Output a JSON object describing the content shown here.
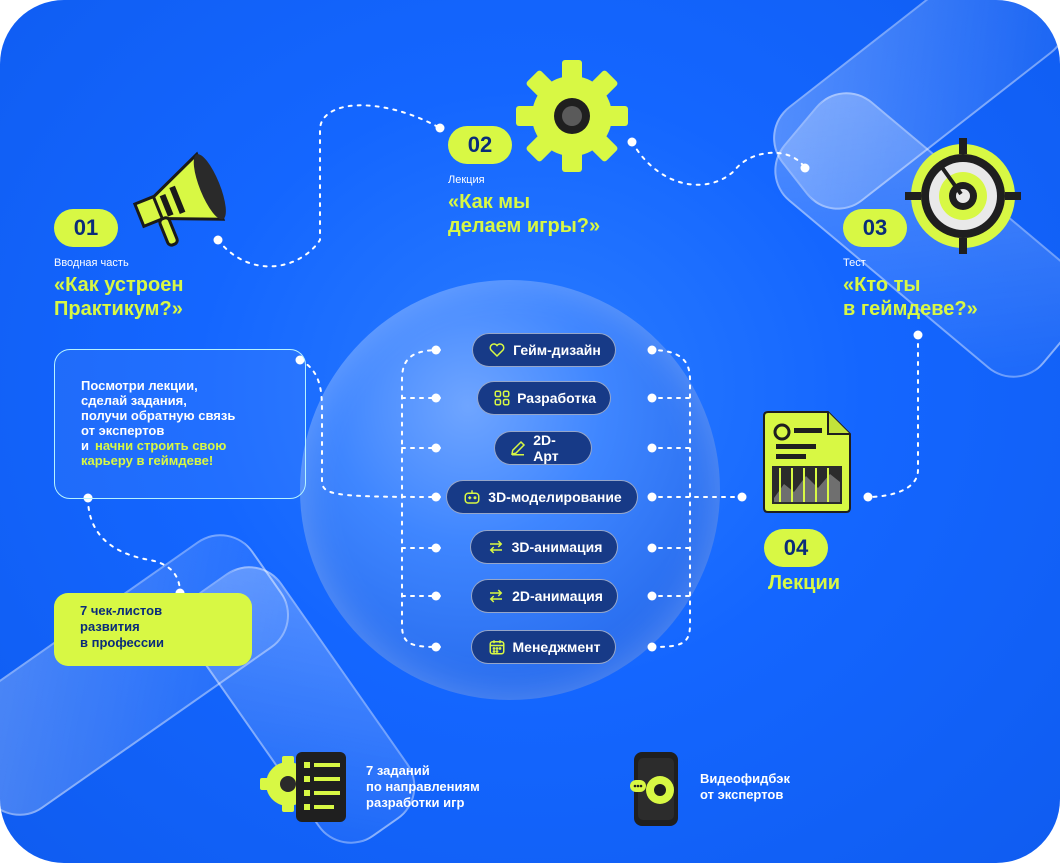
{
  "stages": [
    {
      "number": "01",
      "kind": "Вводная часть",
      "title": "«Как устроен\nПрактикум?»"
    },
    {
      "number": "02",
      "kind": "Лекция",
      "title": "«Как мы\nделаем игры?»"
    },
    {
      "number": "03",
      "kind": "Тест",
      "title": "«Кто ты\nв геймдеве?»"
    },
    {
      "number": "04",
      "title": "Лекции"
    }
  ],
  "directions": [
    {
      "label": "Гейм-дизайн",
      "icon": "heart-icon"
    },
    {
      "label": "Разработка",
      "icon": "grid-icon"
    },
    {
      "label": "2D-Арт",
      "icon": "pencil-icon"
    },
    {
      "label": "3D-моделирование",
      "icon": "gamepad-icon"
    },
    {
      "label": "3D-анимация",
      "icon": "swap-arrows-icon"
    },
    {
      "label": "2D-анимация",
      "icon": "swap-arrows-icon"
    },
    {
      "label": "Менеджмент",
      "icon": "calendar-icon"
    }
  ],
  "info": {
    "text": "Посмотри лекции,\nсделай задания,\nполучи обратную связь\nот экспертов\nи",
    "highlight": "начни строить свою\nкарьеру в геймдеве!"
  },
  "checklists": "7 чек-листов\nразвития\nв профессии",
  "tasks": "7 заданий\nпо направлениям\nразработки игр",
  "feedback": "Видеофидбэк\nот экспертов",
  "colors": {
    "background": "#1466ff",
    "accent": "#d8f844",
    "pill": "#173a87",
    "dark_text": "#0a2c7a"
  }
}
